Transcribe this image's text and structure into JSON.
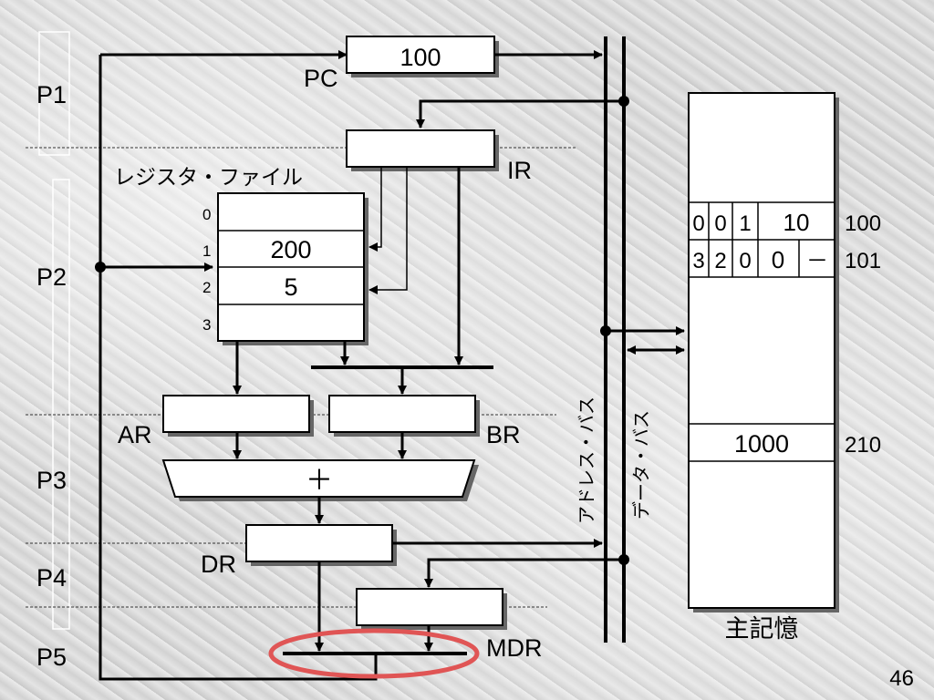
{
  "phases": [
    "P1",
    "P2",
    "P3",
    "P4",
    "P5"
  ],
  "registers": {
    "pc": {
      "label": "PC",
      "value": "100"
    },
    "ir": {
      "label": "IR"
    },
    "ar": {
      "label": "AR"
    },
    "br": {
      "label": "BR"
    },
    "dr": {
      "label": "DR"
    },
    "mdr": {
      "label": "MDR"
    }
  },
  "register_file": {
    "title": "レジスタ・ファイル",
    "indices": [
      "0",
      "1",
      "2",
      "3"
    ],
    "values": [
      "",
      "200",
      "5",
      ""
    ]
  },
  "alu": {
    "symbol": "＋"
  },
  "buses": {
    "address": "アドレス・バス",
    "data": "データ・バス"
  },
  "memory": {
    "title": "主記憶",
    "rows": [
      {
        "address": "100",
        "cells": [
          "0",
          "0",
          "1",
          "10"
        ]
      },
      {
        "address": "101",
        "cells": [
          "3",
          "2",
          "0",
          "0",
          "－"
        ]
      },
      {
        "address": "210",
        "value": "1000"
      }
    ]
  },
  "page_number": "46"
}
